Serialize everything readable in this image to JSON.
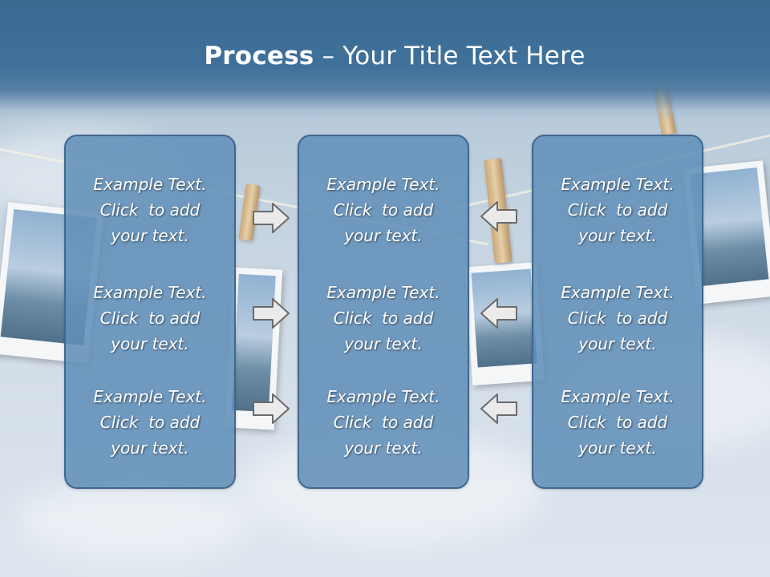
{
  "title": {
    "bold": "Process",
    "rest": " – Your Title Text Here"
  },
  "columns": [
    {
      "items": [
        [
          "Example Text.",
          "Click  to add",
          "your text."
        ],
        [
          "Example Text.",
          "Click  to add",
          "your text."
        ],
        [
          "Example Text.",
          "Click  to add",
          "your text."
        ]
      ]
    },
    {
      "items": [
        [
          "Example Text.",
          "Click  to add",
          "your text."
        ],
        [
          "Example Text.",
          "Click  to add",
          "your text."
        ],
        [
          "Example Text.",
          "Click  to add",
          "your text."
        ]
      ]
    },
    {
      "items": [
        [
          "Example Text.",
          "Click  to add",
          "your text."
        ],
        [
          "Example Text.",
          "Click  to add",
          "your text."
        ],
        [
          "Example Text.",
          "Click  to add",
          "your text."
        ]
      ]
    }
  ],
  "arrows": {
    "left_group": "arrow-right-icon",
    "right_group": "arrow-left-icon"
  }
}
